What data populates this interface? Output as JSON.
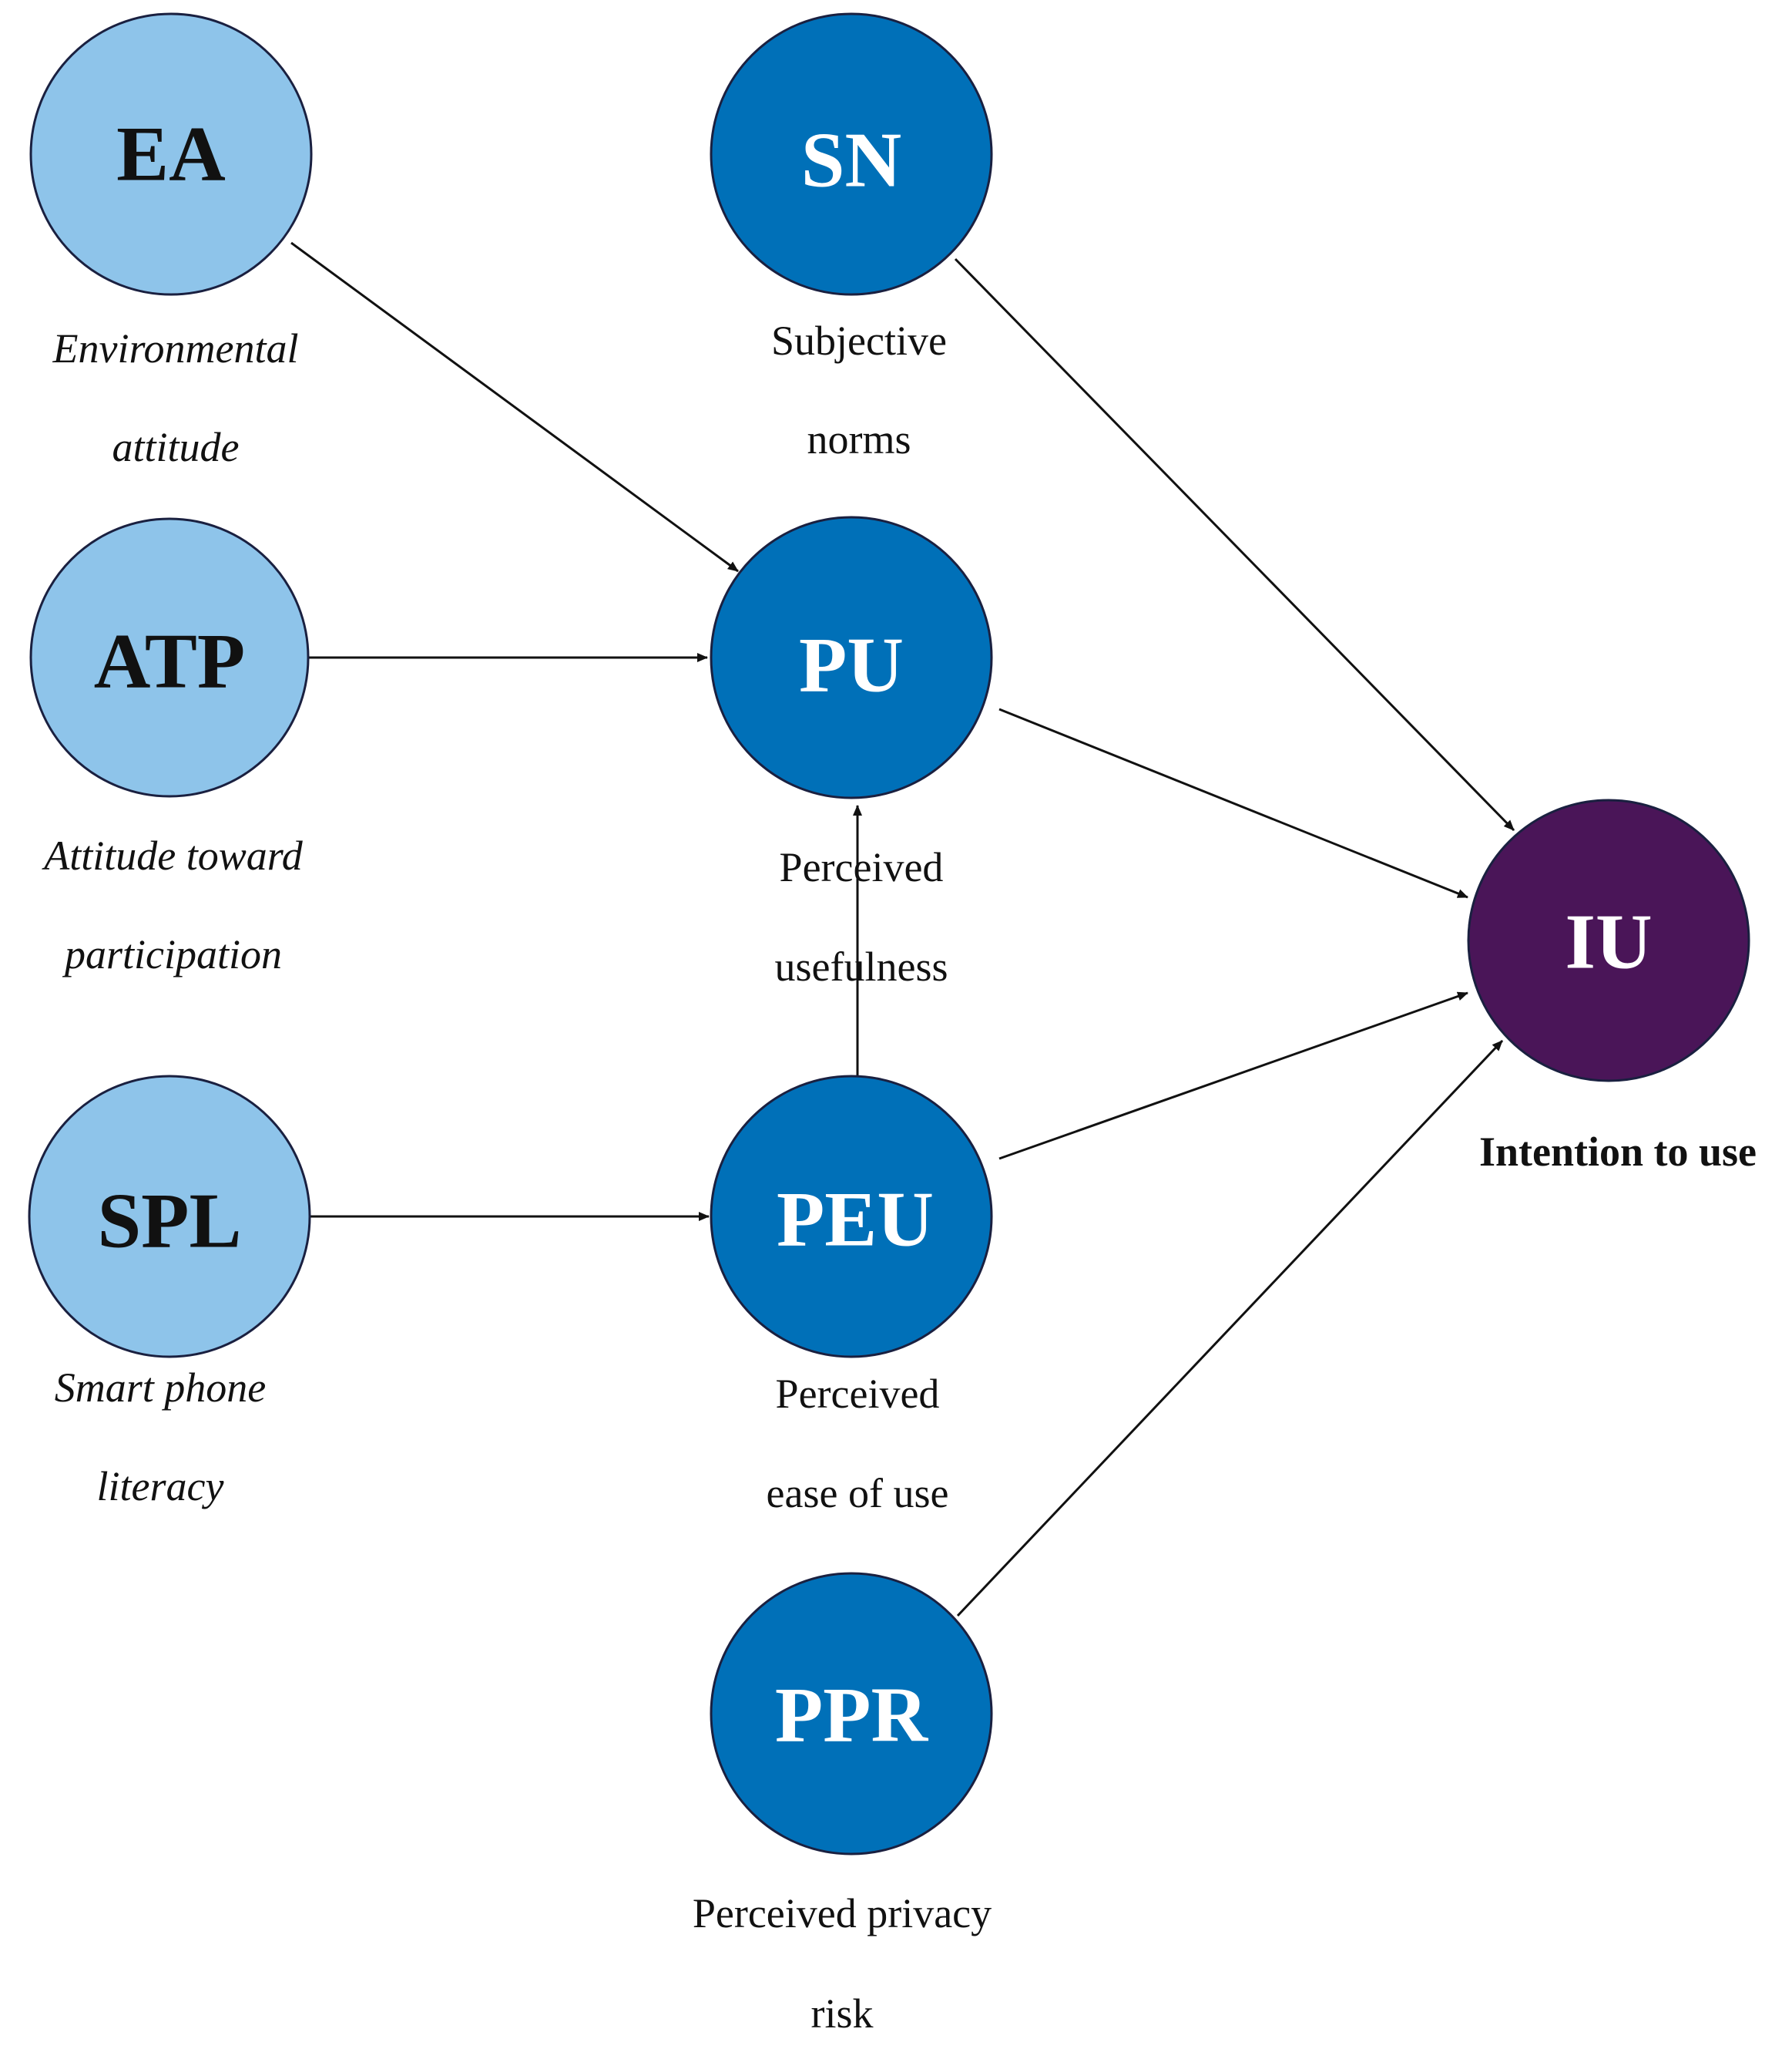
{
  "colors": {
    "light_blue": "#8EC4EA",
    "mid_blue": "#0070B8",
    "purple": "#4A1558",
    "outline": "#1A2040",
    "text_dark": "#111111",
    "text_light": "#FFFFFF"
  },
  "nodes": {
    "ea": {
      "abbr": "EA",
      "caption": [
        "Environmental",
        "attitude"
      ]
    },
    "sn": {
      "abbr": "SN",
      "caption": [
        "Subjective",
        "norms"
      ]
    },
    "atp": {
      "abbr": "ATP",
      "caption": [
        "Attitude toward",
        "participation"
      ]
    },
    "pu": {
      "abbr": "PU",
      "caption": [
        "Perceived",
        "usefulness"
      ]
    },
    "iu": {
      "abbr": "IU",
      "caption": [
        "Intention to use"
      ]
    },
    "spl": {
      "abbr": "SPL",
      "caption": [
        "Smart phone",
        "literacy"
      ]
    },
    "peu": {
      "abbr": "PEU",
      "caption": [
        "Perceived",
        "ease of use"
      ]
    },
    "ppr": {
      "abbr": "PPR",
      "caption": [
        "Perceived privacy",
        "risk"
      ]
    }
  },
  "edges": [
    {
      "from": "EA",
      "to": "PU"
    },
    {
      "from": "ATP",
      "to": "PU"
    },
    {
      "from": "SPL",
      "to": "PEU"
    },
    {
      "from": "PEU",
      "to": "PU"
    },
    {
      "from": "SN",
      "to": "IU"
    },
    {
      "from": "PU",
      "to": "IU"
    },
    {
      "from": "PEU",
      "to": "IU"
    },
    {
      "from": "PPR",
      "to": "IU"
    }
  ]
}
